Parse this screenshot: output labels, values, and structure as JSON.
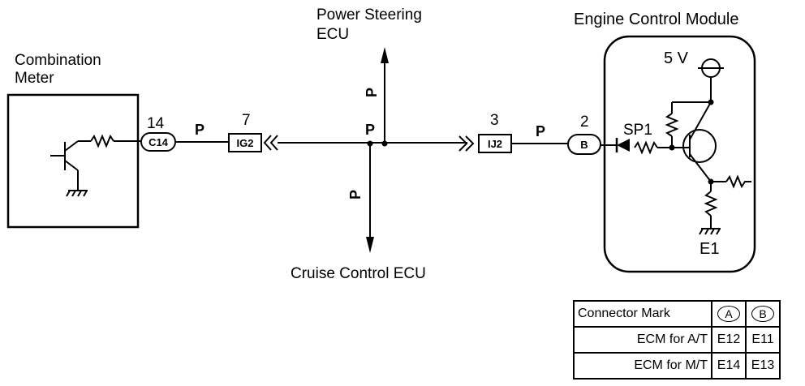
{
  "components": {
    "combination_meter": "Combination Meter",
    "power_steering_ecu": "Power Steering ECU",
    "cruise_control_ecu": "Cruise Control ECU",
    "ecm": "Engine Control Module"
  },
  "connectors": {
    "c14": {
      "pin": "14",
      "label": "C14"
    },
    "ig2": {
      "pin": "7",
      "label": "IG2"
    },
    "ij2": {
      "pin": "3",
      "label": "IJ2"
    },
    "b": {
      "pin": "2",
      "label": "B"
    }
  },
  "wire_color": "P",
  "ecm_labels": {
    "supply": "5 V",
    "splice": "SP1",
    "ground": "E1"
  },
  "connector_table": {
    "header": "Connector Mark",
    "col_a": "A",
    "col_b": "B",
    "rows": [
      {
        "label": "ECM for A/T",
        "a": "E12",
        "b": "E11"
      },
      {
        "label": "ECM for M/T",
        "a": "E14",
        "b": "E13"
      }
    ]
  }
}
